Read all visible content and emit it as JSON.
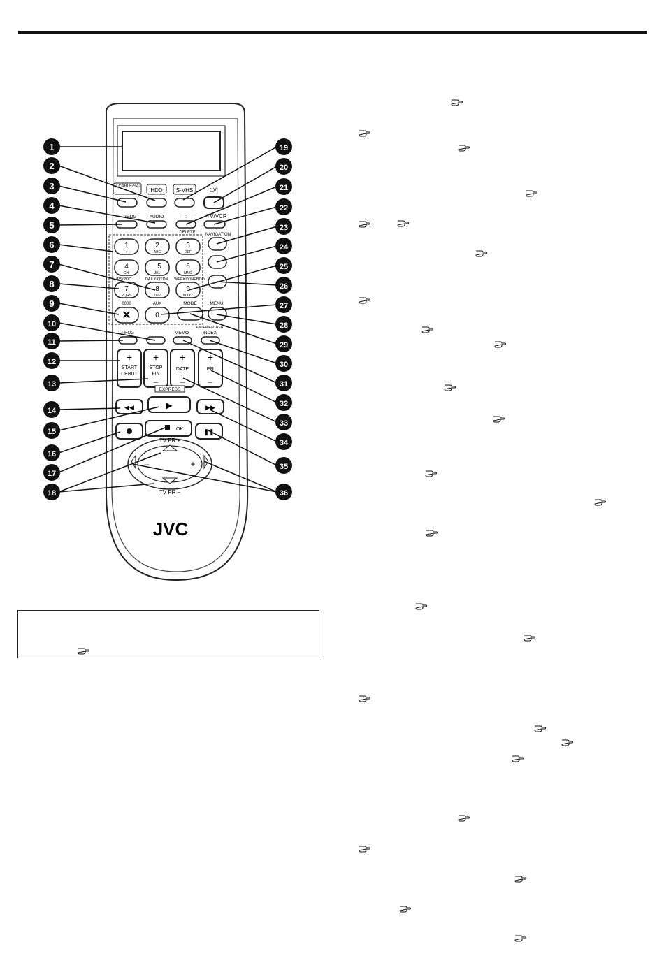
{
  "brand": "JVC",
  "remote": {
    "labels": {
      "tv_cable_sat": "TV\nCABLE/SAT",
      "hdd": "HDD",
      "svhs": "S-VHS",
      "power": "⏻/|",
      "progplus": "PROG",
      "audio": "AUDIO",
      "dash": "– –:– –",
      "tvvcr": "TV/VCR",
      "navigation": "NAVIGATION",
      "delete": "DELETE",
      "k1": "1",
      "k1s": "– + ÷",
      "k2": "2",
      "k2s": "ABC",
      "k3": "3",
      "k3s": "DEF",
      "k4": "4",
      "k4s": "GHI",
      "k5": "5",
      "k5s": "JKL",
      "k6": "6",
      "k6s": "MNO",
      "k7": "7",
      "k7s": "PQRS",
      "k8": "8",
      "k8s": "TUV",
      "k9": "9",
      "k9s": "WXYZ",
      "k0": "0",
      "vps": "VPS/PDC",
      "daily": "DAILY/QTDN.",
      "weekly": "WEEKLY/HEBDO",
      "zeros": "0000",
      "aux": "AUX",
      "mode": "MODE",
      "menu": "MENU",
      "prog": "PROG",
      "memo": "MEMO",
      "enter": "ENTER/ENTRER",
      "index": "INDEX",
      "start": "START",
      "debut": "DEBUT",
      "stop": "STOP",
      "fin": "FIN",
      "date": "DATE",
      "pr": "PR",
      "express": "EXPRESS",
      "ok": "OK",
      "tvpr_top": "TV PR +",
      "tvpr_bottom": "TV PR –",
      "plus": "+",
      "minus": "–"
    },
    "callouts": [
      "1",
      "2",
      "3",
      "4",
      "5",
      "6",
      "7",
      "8",
      "9",
      "10",
      "11",
      "12",
      "13",
      "14",
      "15",
      "16",
      "17",
      "18",
      "19",
      "20",
      "21",
      "22",
      "23",
      "24",
      "25",
      "26",
      "27",
      "28",
      "29",
      "30",
      "31",
      "32",
      "33",
      "34",
      "35",
      "36"
    ]
  },
  "reference_icons": [
    "hand-pointer-icon"
  ]
}
